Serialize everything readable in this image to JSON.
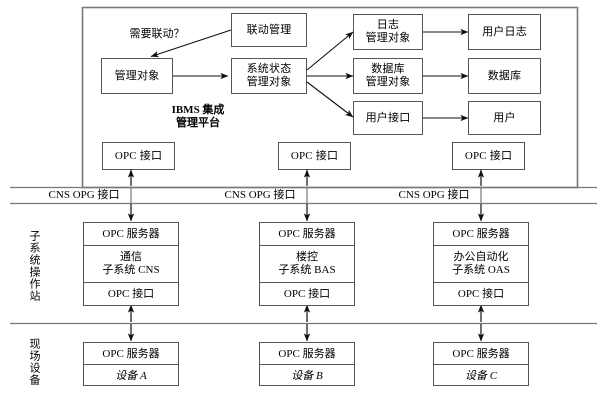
{
  "diagram": {
    "title_lines": [
      "IBMS 集成",
      "管理平台"
    ],
    "platform_panel": {
      "label": "IBMS 集成管理平台",
      "nodes": {
        "linkage_mgmt": "联动管理",
        "need_linkage": "需要联动？",
        "managed_object": "管理对象",
        "system_state_object": [
          "系统状态",
          "管理对象"
        ],
        "log_object": [
          "日志",
          "管理对象"
        ],
        "db_object": [
          "数据库",
          "管理对象"
        ],
        "user_interface": "用户接口",
        "user_log": "用户日志",
        "database": "数据库",
        "user": "用户"
      },
      "opc_interfaces": [
        "OPC 接口",
        "OPC 接口",
        "OPC 接口"
      ]
    },
    "bus_band": {
      "labels": [
        "CNS  OPG 接口",
        "CNS  OPG 接口",
        "CNS  OPG 接口"
      ]
    },
    "subsystem_band": {
      "side_label": "子系统操作站",
      "stations": [
        {
          "top": "OPC 服务器",
          "mid": [
            "通信",
            "子系统 CNS"
          ],
          "bottom": "OPC 接口"
        },
        {
          "top": "OPC 服务器",
          "mid": [
            "楼控",
            "子系统 BAS"
          ],
          "bottom": "OPC 接口"
        },
        {
          "top": "OPC 服务器",
          "mid": [
            "办公自动化",
            "子系统 OAS"
          ],
          "bottom": "OPC 接口"
        }
      ]
    },
    "field_band": {
      "side_label": "现场设备",
      "devices": [
        {
          "server": "OPC 服务器",
          "name": "设备 A"
        },
        {
          "server": "OPC 服务器",
          "name": "设备 B"
        },
        {
          "server": "OPC 服务器",
          "name": "设备 C"
        }
      ]
    },
    "colors": {
      "stroke": "#55565a",
      "text": "#000000",
      "background": "#ffffff"
    }
  }
}
